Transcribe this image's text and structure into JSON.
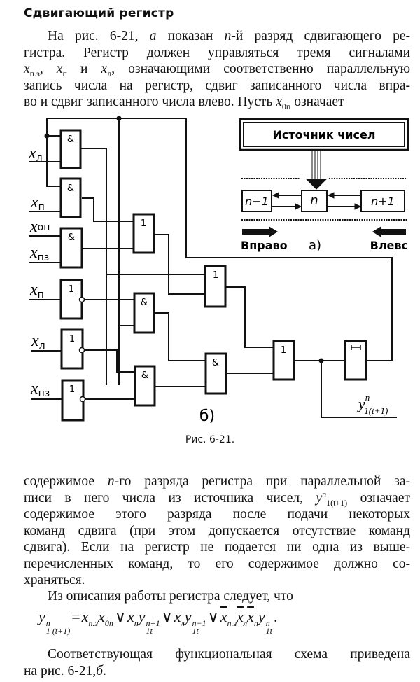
{
  "heading": "Сдвигающий регистр",
  "intro": {
    "lines": [
      [
        "На рис. 6-21, ",
        {
          "i": "а"
        },
        " показан ",
        {
          "i": "n"
        },
        "-й разряд сдвигающего ре-"
      ],
      [
        "гистра. Регистр должен управляться тремя сигналами"
      ],
      [
        {
          "i": "x"
        },
        {
          "sub": "п.з"
        },
        ", ",
        {
          "i": "x"
        },
        {
          "sub": "п"
        },
        " и ",
        {
          "i": "x"
        },
        {
          "sub": "л"
        },
        ", означающими соответственно параллельную"
      ],
      [
        "запись числа на регистр, сдвиг записанного числа впра-"
      ],
      [
        "во и сдвиг записанного числа влево. Пусть ",
        {
          "i": "x"
        },
        {
          "sub": "0п"
        },
        " означает"
      ]
    ]
  },
  "figure": {
    "part_a": {
      "source_label": "Источник чисел",
      "cells": [
        "n−1",
        "n",
        "n+1"
      ],
      "right_label": "Вправо",
      "left_label": "Влевс",
      "panel_label": "а)"
    },
    "part_b": {
      "panel_label": "б)",
      "inputs": [
        {
          "var": "x",
          "sub": "л"
        },
        {
          "var": "x",
          "sub": "п"
        },
        {
          "var": "x",
          "sub": "оп"
        },
        {
          "var": "x",
          "sub": "пз"
        },
        {
          "var": "x",
          "sub": "п"
        },
        {
          "var": "x",
          "sub": "л"
        },
        {
          "var": "x",
          "sub": "пз"
        }
      ],
      "gate_and": "&",
      "gate_or": "1",
      "delay_symbol": "⊢⊣",
      "output": {
        "var": "y",
        "sup": "n",
        "sub": "1(t+1)"
      }
    },
    "caption": "Рис. 6-21."
  },
  "body": {
    "lines": [
      [
        "содержимое ",
        {
          "i": "n"
        },
        "-го разряда регистра при параллельной за-"
      ],
      [
        "писи в него числа из источника чисел, ",
        {
          "i": "y"
        },
        {
          "sup": "n"
        },
        {
          "sub": "1(t+1)"
        },
        " означает"
      ],
      [
        "содержимое этого разряда после подачи некоторых"
      ],
      [
        "команд сдвига (при этом допускается отсутствие команд"
      ],
      [
        "сдвига). Если на регистр не подается ни одна из выше-"
      ],
      [
        "перечисленных команд, то его содержимое должно со-"
      ],
      [
        "храняться."
      ]
    ],
    "lead_in": "Из описания работы регистра следует, что"
  },
  "formula": {
    "lhs": {
      "var": "y",
      "sup": "n",
      "sub": "1 (t+1)"
    },
    "eq": "=",
    "or": "∨",
    "terms": [
      [
        {
          "var": "x",
          "sub": "п.з"
        },
        {
          "var": "x",
          "sub": "0п"
        }
      ],
      [
        {
          "var": "x",
          "sub": "п"
        },
        {
          "var": "y",
          "sup": "n+1",
          "sub": "1t"
        }
      ],
      [
        {
          "var": "x",
          "sub": "л"
        },
        {
          "var": "y",
          "sup": "n−1",
          "sub": "1t"
        }
      ],
      [
        {
          "var": "x",
          "sub": "п.з",
          "bar": true
        },
        {
          "var": "x",
          "sub": "л",
          "bar": true
        },
        {
          "var": "x",
          "sub": "n",
          "bar": true
        },
        {
          "var": "y",
          "sup": "n",
          "sub": "1t"
        }
      ]
    ],
    "end": "."
  },
  "conclusion": {
    "lines": [
      [
        "Соответствующая функциональная схема приведена"
      ],
      [
        "на рис. 6-21,",
        {
          "i": "б"
        },
        "."
      ]
    ]
  }
}
